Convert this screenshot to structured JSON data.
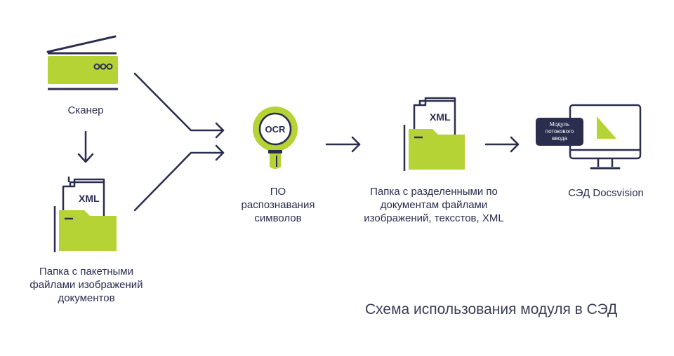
{
  "nodes": {
    "scanner": {
      "label": "Сканер"
    },
    "batch_folder": {
      "label": "Папка с пакетными файлами изображений документов",
      "doc_tag": "XML"
    },
    "ocr": {
      "label": "ПО распознавания символов",
      "lens_text": "OCR"
    },
    "split_folder": {
      "label": "Папка с разделенными по документам файлами изображений, тексстов, XML",
      "doc_tag": "XML"
    },
    "edms": {
      "label": "СЭД Docsvision",
      "module_badge": "Модуль потокового ввода"
    }
  },
  "caption": "Схема использования модуля в СЭД",
  "colors": {
    "accent": "#b5d335",
    "ink": "#2b2d4f",
    "badge_bg": "#2b2d4f",
    "badge_text": "#ffffff"
  }
}
